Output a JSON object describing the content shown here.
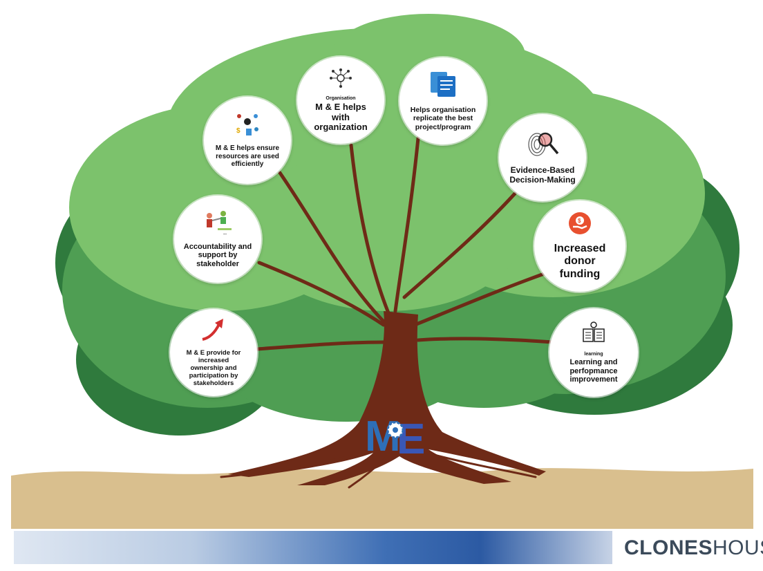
{
  "bubbles": [
    {
      "id": "org",
      "small": "Organisation",
      "label": "M & E helps with organization"
    },
    {
      "id": "replicate",
      "label": "Helps organisation replicate the best project/program"
    },
    {
      "id": "resources",
      "label": "M & E helps ensure resources are used efficiently"
    },
    {
      "id": "evidence",
      "label": "Evidence-Based Decision-Making"
    },
    {
      "id": "accountability",
      "label": "Accountability and support by stakeholder"
    },
    {
      "id": "donor",
      "label": "Increased donor funding"
    },
    {
      "id": "ownership",
      "label": "M & E provide for increased ownership and participation by stakeholders"
    },
    {
      "id": "learning",
      "small": "learning",
      "label": "Learning and perfopmance improvement"
    }
  ],
  "trunk_logo": {
    "left": "M",
    "right": "E"
  },
  "footer": {
    "brand_bold": "CLONES",
    "brand_light": "HOUSE"
  },
  "colors": {
    "leaf_light": "#7cc26c",
    "leaf_mid": "#5aa85a",
    "leaf_dark": "#2f7a3d",
    "trunk": "#6e2a17",
    "ground": "#d9bf8e",
    "brand": "#3b4a5a"
  }
}
